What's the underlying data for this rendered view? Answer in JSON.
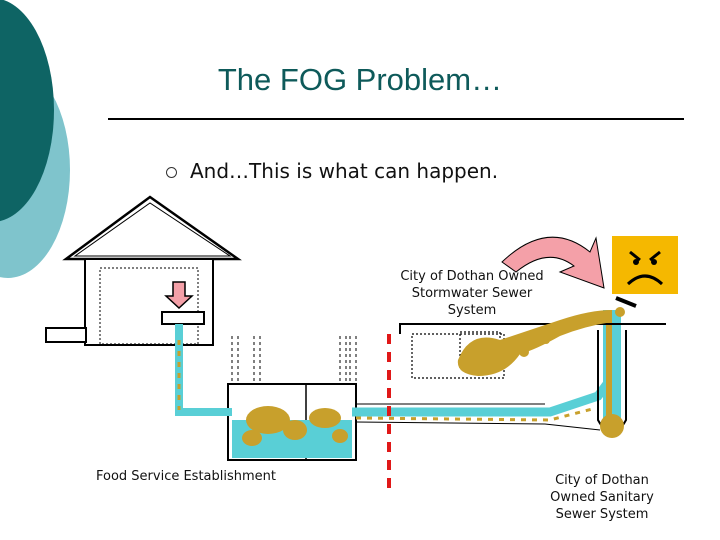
{
  "slide": {
    "title": "The FOG Problem…",
    "bullet": "And…This is what can happen."
  },
  "labels": {
    "stormwater": "City of Dothan Owned Stormwater Sewer System",
    "establishment": "Food Service Establishment",
    "sanitary": "City of Dothan Owned Sanitary Sewer System"
  },
  "colors": {
    "theme_dark": "#0e6464",
    "theme_light": "#7fc4cc",
    "title_text": "#0e5a5a",
    "water": "#59cfd6",
    "grease": "#c8a02c",
    "boundary_line": "#e01818",
    "arrow": "#f4a0a8",
    "sad_face": "#f5b800"
  },
  "icons": {
    "sad_face": "sad-face-icon",
    "down_arrow": "down-arrow-icon",
    "curved_arrow": "curved-arrow-icon"
  }
}
